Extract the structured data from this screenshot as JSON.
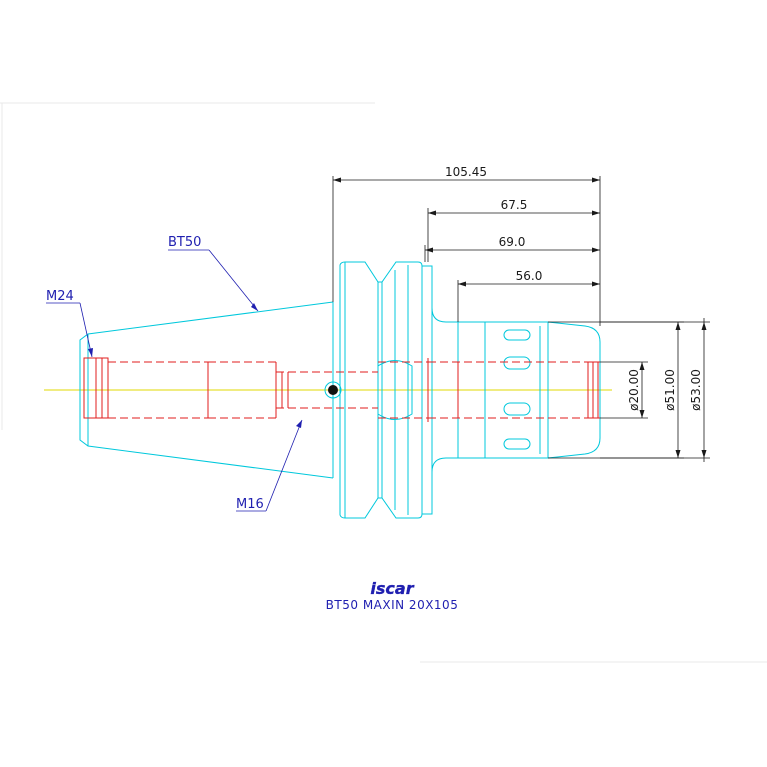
{
  "dimensions": {
    "overall_length": "105.45",
    "length_a": "67.5",
    "length_b": "69.0",
    "length_c": "56.0",
    "bore_dia": "ø20.00",
    "body_dia": "ø51.00",
    "outer_dia": "ø53.00"
  },
  "callouts": {
    "taper": "BT50",
    "thread_top": "M24",
    "thread_bottom": "M16"
  },
  "title_block": {
    "logo": "iscar",
    "part_name": "BT50  MAXIN  20X105"
  },
  "colors": {
    "outline": "#00c8dc",
    "hidden": "#e01e1e",
    "dimension": "#1a1a1a",
    "callout": "#1f1fb0",
    "centerline": "#e0d800"
  }
}
